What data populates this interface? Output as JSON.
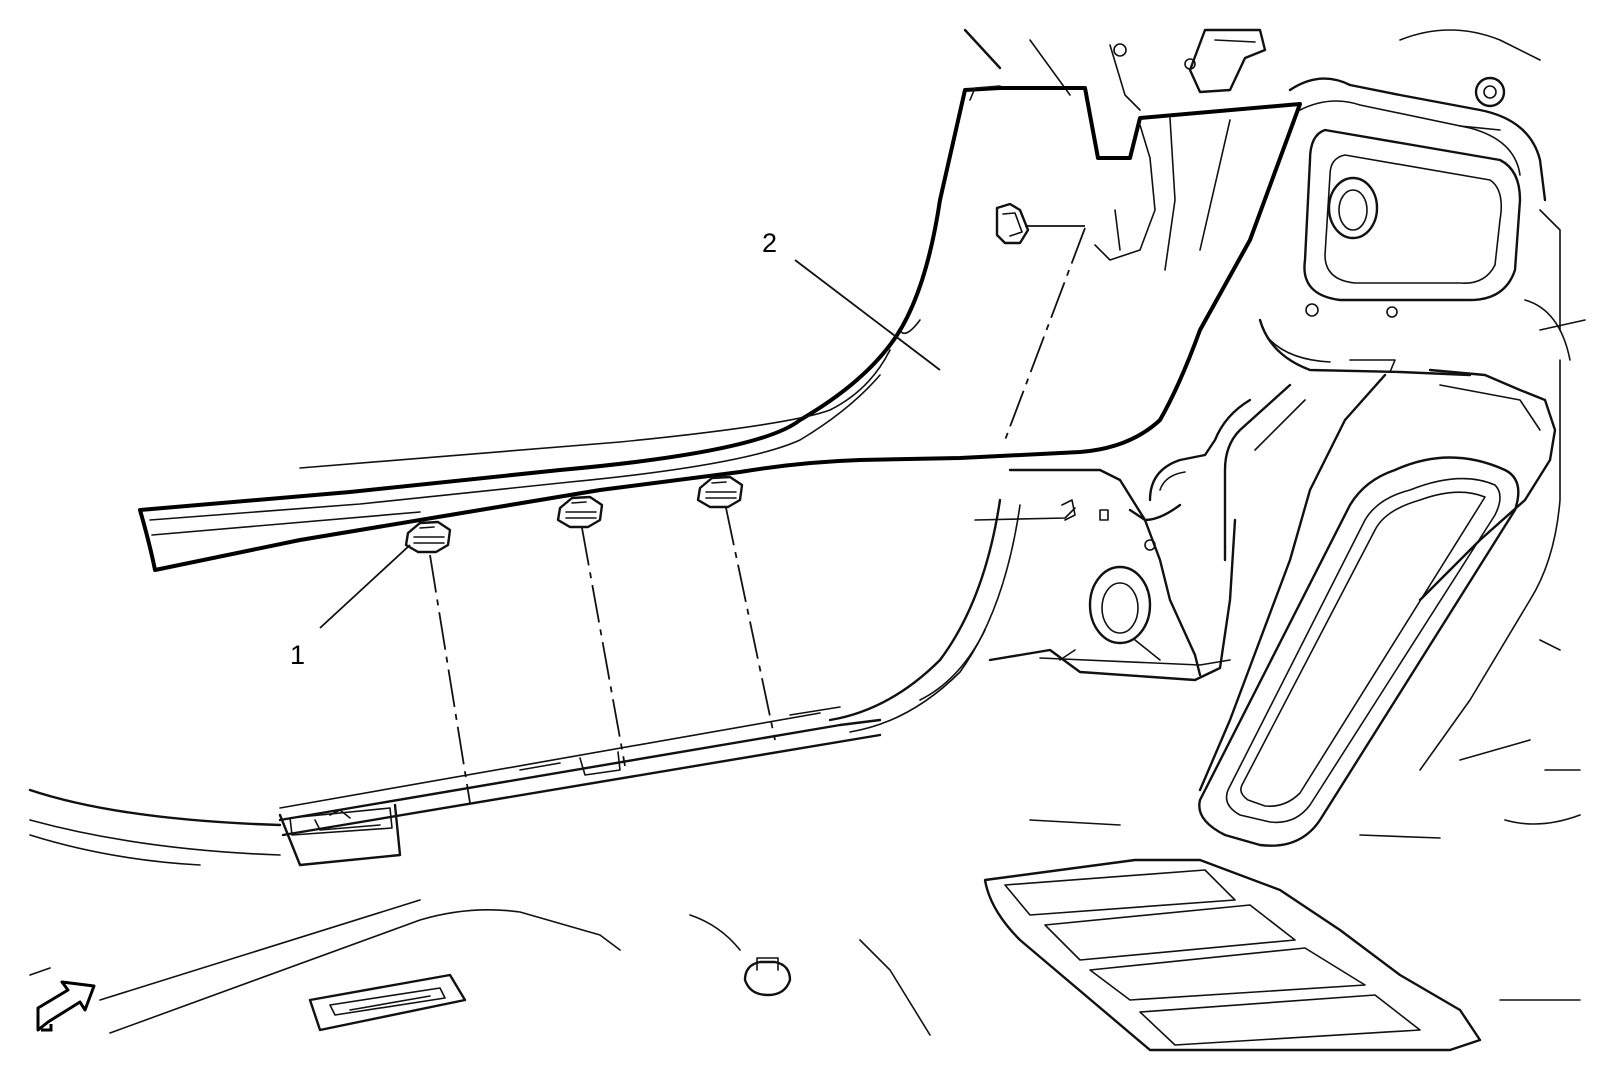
{
  "diagram": {
    "callouts": [
      {
        "id": "1",
        "label": "1"
      },
      {
        "id": "2",
        "label": "2"
      }
    ],
    "icons": {
      "view_direction": "view-direction-arrow-icon"
    }
  }
}
